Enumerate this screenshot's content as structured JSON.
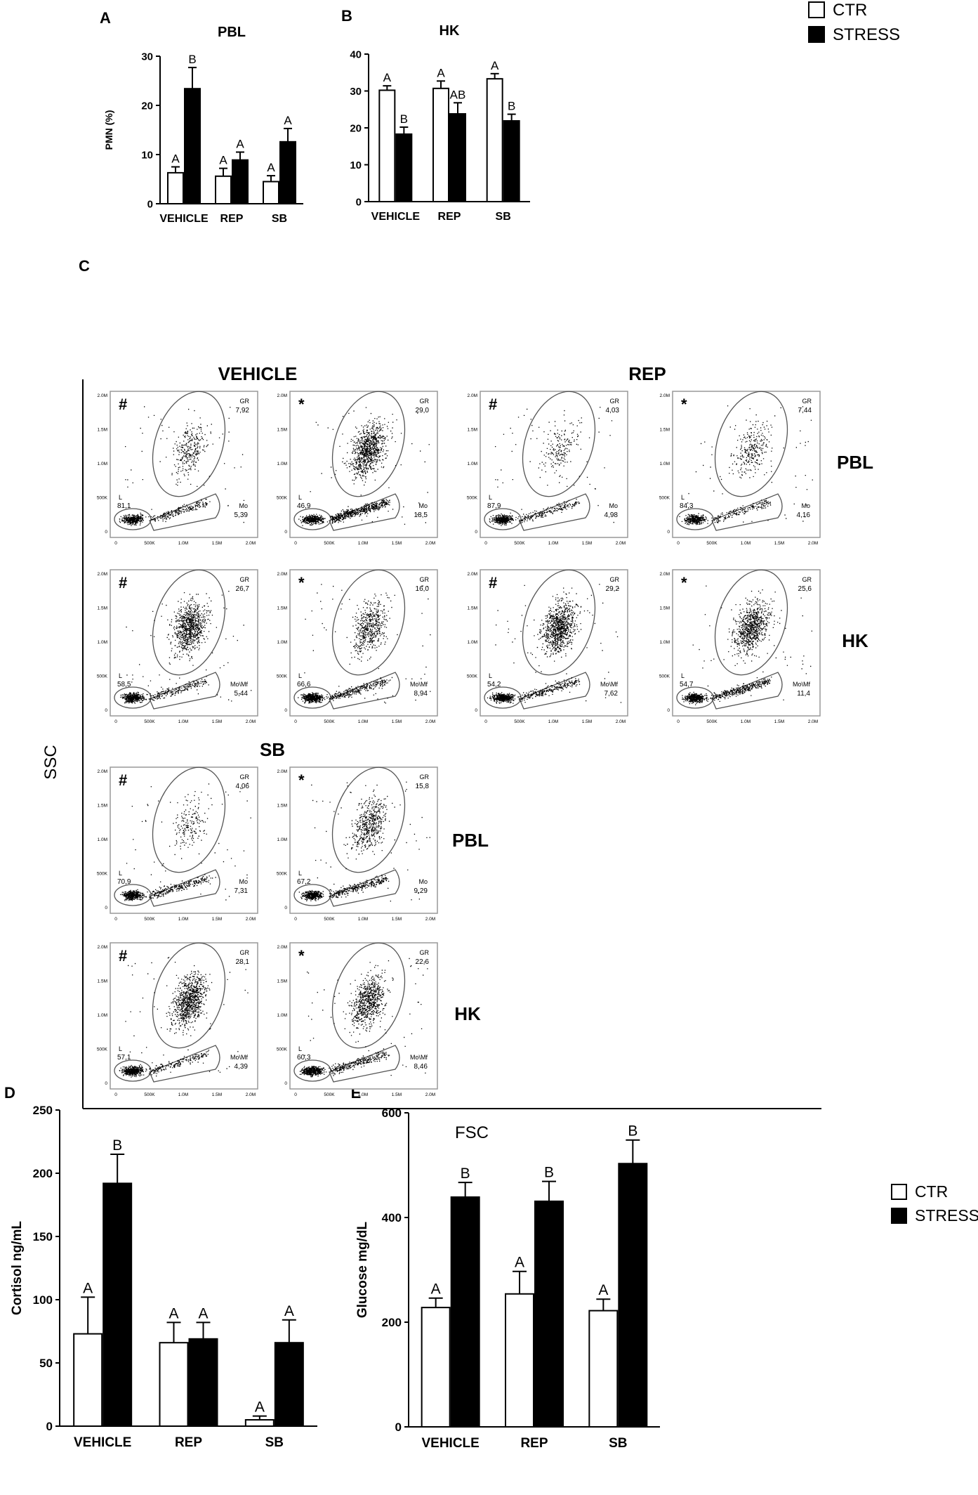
{
  "panel_letters": {
    "a": "A",
    "b": "B",
    "c": "C",
    "d": "D",
    "e": "E"
  },
  "legend_top": {
    "ctr": "CTR",
    "stress": "STRESS"
  },
  "legend_bottom": {
    "ctr": "CTR",
    "stress": "STRESS"
  },
  "colors": {
    "ctr": "#ffffff",
    "stress": "#000000",
    "gate": "#555555",
    "dots": "#000000"
  },
  "chart_data": [
    {
      "id": "A",
      "type": "bar",
      "title": "PBL",
      "ylabel": "PMN (%)",
      "xlabel": "",
      "categories": [
        "VEHICLE",
        "REP",
        "SB"
      ],
      "ylim": [
        0,
        30
      ],
      "yticks": [
        0,
        10,
        20,
        30
      ],
      "series": [
        {
          "name": "CTR",
          "values": [
            6.3,
            5.6,
            4.5
          ],
          "errors": [
            1.2,
            1.6,
            1.2
          ],
          "letters": [
            "A",
            "A",
            "A"
          ]
        },
        {
          "name": "STRESS",
          "values": [
            23.4,
            8.9,
            12.6
          ],
          "errors": [
            4.3,
            1.6,
            2.7
          ],
          "letters": [
            "B",
            "A",
            "A"
          ]
        }
      ]
    },
    {
      "id": "B",
      "type": "bar",
      "title": "HK",
      "ylabel": "",
      "xlabel": "",
      "categories": [
        "VEHICLE",
        "REP",
        "SB"
      ],
      "ylim": [
        0,
        40
      ],
      "yticks": [
        0,
        10,
        20,
        30,
        40
      ],
      "series": [
        {
          "name": "CTR",
          "values": [
            30.2,
            30.7,
            33.3
          ],
          "errors": [
            1.2,
            2.0,
            1.4
          ],
          "letters": [
            "A",
            "A",
            "A"
          ]
        },
        {
          "name": "STRESS",
          "values": [
            18.3,
            23.8,
            21.9
          ],
          "errors": [
            1.9,
            3.0,
            1.8
          ],
          "letters": [
            "B",
            "AB",
            "B"
          ]
        }
      ]
    },
    {
      "id": "D",
      "type": "bar",
      "title": "",
      "ylabel": "Cortisol ng/mL",
      "xlabel": "",
      "categories": [
        "VEHICLE",
        "REP",
        "SB"
      ],
      "ylim": [
        0,
        250
      ],
      "yticks": [
        0,
        50,
        100,
        150,
        200,
        250
      ],
      "series": [
        {
          "name": "CTR",
          "values": [
            73,
            66,
            5
          ],
          "errors": [
            29,
            16,
            3
          ],
          "letters": [
            "A",
            "A",
            "A"
          ]
        },
        {
          "name": "STRESS",
          "values": [
            192,
            69,
            66
          ],
          "errors": [
            23,
            13,
            18
          ],
          "letters": [
            "B",
            "A",
            "A"
          ]
        }
      ]
    },
    {
      "id": "E",
      "type": "bar",
      "title": "",
      "ylabel": "Glucose mg/dL",
      "xlabel": "",
      "categories": [
        "VEHICLE",
        "REP",
        "SB"
      ],
      "ylim": [
        0,
        600
      ],
      "yticks": [
        0,
        200,
        400,
        600
      ],
      "series": [
        {
          "name": "CTR",
          "values": [
            228,
            254,
            222
          ],
          "errors": [
            18,
            43,
            22
          ],
          "letters": [
            "A",
            "A",
            "A"
          ]
        },
        {
          "name": "STRESS",
          "values": [
            439,
            431,
            503
          ],
          "errors": [
            28,
            38,
            45
          ],
          "letters": [
            "B",
            "B",
            "B"
          ]
        }
      ]
    },
    {
      "id": "C",
      "type": "scatter",
      "title": "",
      "xlabel": "FSC",
      "ylabel": "SSC",
      "group_labels": [
        "VEHICLE",
        "REP",
        "SB"
      ],
      "row_labels": {
        "pbl": "PBL",
        "hk": "HK"
      },
      "x_ticks": [
        "0",
        "500K",
        "1.0M",
        "1.5M",
        "2.0M"
      ],
      "y_ticks": [
        "0",
        "500K",
        "1.0M",
        "1.5M",
        "2.0M"
      ],
      "gate_names": {
        "gr": "GR",
        "l": "L",
        "mo": "Mo",
        "momf": "Mo\\Mf"
      },
      "plots": [
        {
          "group": "VEHICLE",
          "tissue": "PBL",
          "mark": "#",
          "gr": "7,92",
          "l": "81,1",
          "mo": "5,39",
          "mo_label": "Mo"
        },
        {
          "group": "VEHICLE",
          "tissue": "PBL",
          "mark": "*",
          "gr": "29,0",
          "l": "46,9",
          "mo": "18,5",
          "mo_label": "Mo"
        },
        {
          "group": "REP",
          "tissue": "PBL",
          "mark": "#",
          "gr": "4,03",
          "l": "87,9",
          "mo": "4,98",
          "mo_label": "Mo"
        },
        {
          "group": "REP",
          "tissue": "PBL",
          "mark": "*",
          "gr": "7,44",
          "l": "84,3",
          "mo": "4,16",
          "mo_label": "Mo"
        },
        {
          "group": "VEHICLE",
          "tissue": "HK",
          "mark": "#",
          "gr": "26,7",
          "l": "58,5",
          "mo": "5,44",
          "mo_label": "Mo\\Mf"
        },
        {
          "group": "VEHICLE",
          "tissue": "HK",
          "mark": "*",
          "gr": "16,0",
          "l": "66,6",
          "mo": "8,94",
          "mo_label": "Mo\\Mf"
        },
        {
          "group": "REP",
          "tissue": "HK",
          "mark": "#",
          "gr": "29,2",
          "l": "54,2",
          "mo": "7,62",
          "mo_label": "Mo\\Mf"
        },
        {
          "group": "REP",
          "tissue": "HK",
          "mark": "*",
          "gr": "25,6",
          "l": "54,7",
          "mo": "11,4",
          "mo_label": "Mo\\Mf"
        },
        {
          "group": "SB",
          "tissue": "PBL",
          "mark": "#",
          "gr": "4,06",
          "l": "70,9",
          "mo": "7,31",
          "mo_label": "Mo"
        },
        {
          "group": "SB",
          "tissue": "PBL",
          "mark": "*",
          "gr": "15,8",
          "l": "67,2",
          "mo": "9,29",
          "mo_label": "Mo"
        },
        {
          "group": "SB",
          "tissue": "HK",
          "mark": "#",
          "gr": "28,1",
          "l": "57,1",
          "mo": "4,39",
          "mo_label": "Mo\\Mf"
        },
        {
          "group": "SB",
          "tissue": "HK",
          "mark": "*",
          "gr": "22,6",
          "l": "60,3",
          "mo": "8,46",
          "mo_label": "Mo\\Mf"
        }
      ]
    }
  ]
}
